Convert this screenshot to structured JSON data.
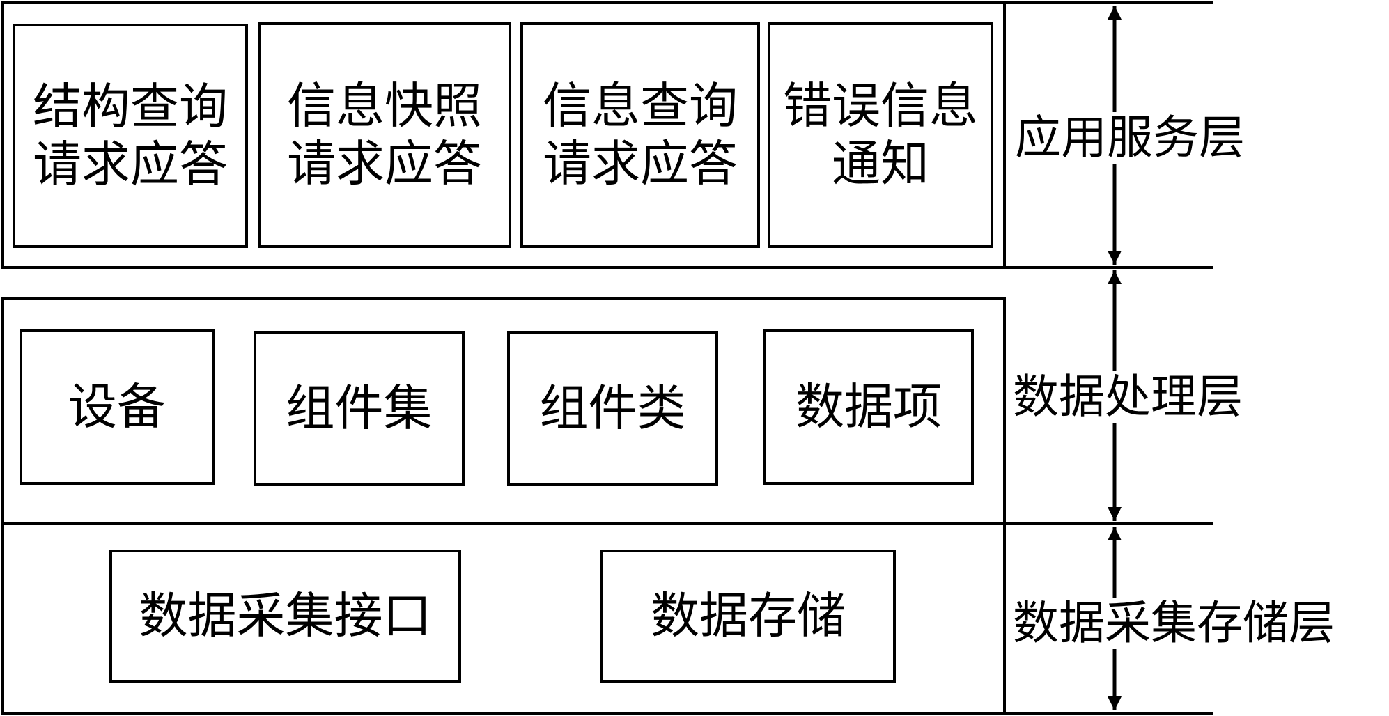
{
  "layers": {
    "application": {
      "label": "应用服务层",
      "modules": [
        {
          "label": "结构查询\n请求应答"
        },
        {
          "label": "信息快照\n请求应答"
        },
        {
          "label": "信息查询\n请求应答"
        },
        {
          "label": "错误信息\n通知"
        }
      ]
    },
    "processing": {
      "label": "数据处理层",
      "modules": [
        {
          "label": "设备"
        },
        {
          "label": "组件集"
        },
        {
          "label": "组件类"
        },
        {
          "label": "数据项"
        }
      ]
    },
    "storage": {
      "label": "数据采集存储层",
      "modules": [
        {
          "label": "数据采集接口"
        },
        {
          "label": "数据存储"
        }
      ]
    }
  },
  "colors": {
    "line": "#000000",
    "background": "#ffffff"
  }
}
